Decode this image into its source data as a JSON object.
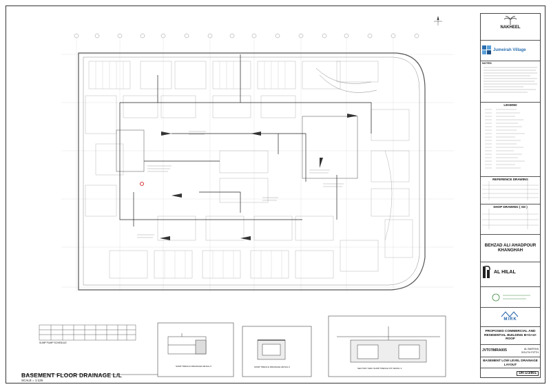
{
  "drawing": {
    "title": "BASEMENT FLOOR DRAINAGE L/L",
    "scale": "SCALE = 1:125",
    "pump_schedule_title": "SUMP PUMP SCHEDULE",
    "detail_1": "SUMP TRENCH DRAINAGE DETAIL 5",
    "detail_2": "SUMP TRENCH DRAINAGE DETAIL 6",
    "detail_3": "SECTION THRU SUMP TRENCH PIT DETAIL 3"
  },
  "title_block": {
    "client": "NAKHEEL",
    "project_brand": "Jumeirah Village",
    "notes_heading": "NOTES",
    "legend_heading": "LEGEND",
    "reference_drawing": "REFERENCE DRAWING",
    "shop_drawing": "SHOP DRAWING ( SD )",
    "owner": "BEHZAD ALI AHADPOUR KHANGHAH",
    "consultant": "AL HILAL",
    "contractor": "MIRK",
    "project_title": "PROPOSED COMMERCIAL AND RESIDENTIAL BUILDING B+G+4+ ROOF",
    "plot_no": "JVT07IMRA005",
    "location": "AL BARSHA SOUTH FIFTH",
    "drawing_title": "BASEMENT LOW LEVEL DRAINAGE LAYOUT",
    "drawing_no": "DR-1/3/801"
  },
  "icons": [
    "north-arrow-icon",
    "nakheel-logo-icon",
    "jumeirah-village-logo-icon",
    "al-hilal-logo-icon",
    "mirk-logo-icon"
  ]
}
